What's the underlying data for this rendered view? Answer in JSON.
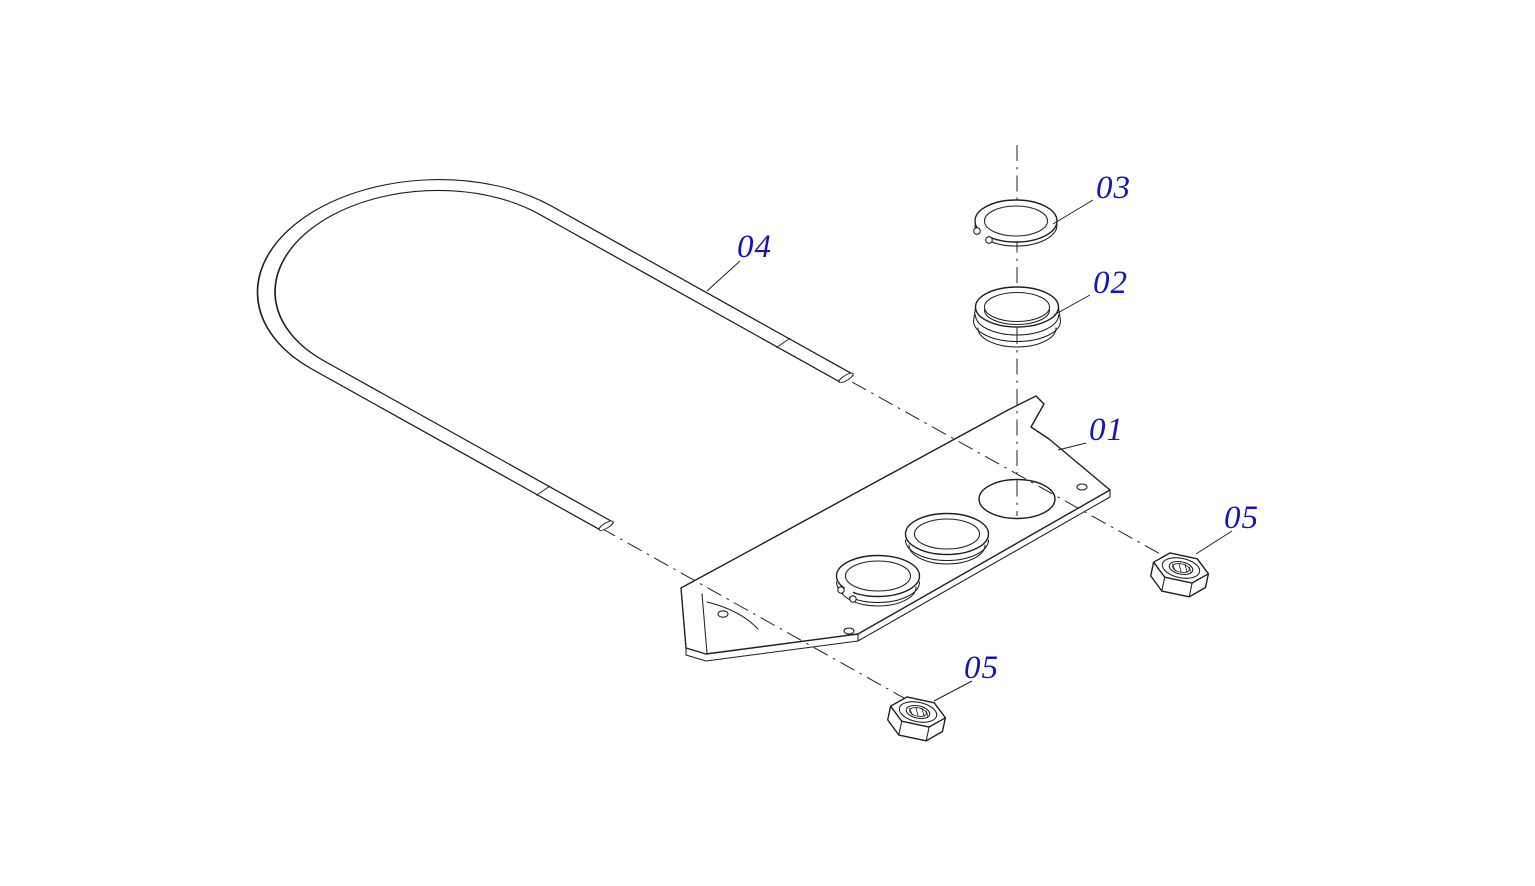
{
  "page": {
    "background_color": "#ffffff"
  },
  "drawing": {
    "kind": "exploded-parts-line-drawing",
    "line_color": "#1f1f1f",
    "callout_color": "#1414b8",
    "callouts": [
      {
        "label": "03"
      },
      {
        "label": "02"
      },
      {
        "label": "04"
      },
      {
        "label": "01"
      },
      {
        "label": "05"
      },
      {
        "label": "05"
      }
    ]
  }
}
